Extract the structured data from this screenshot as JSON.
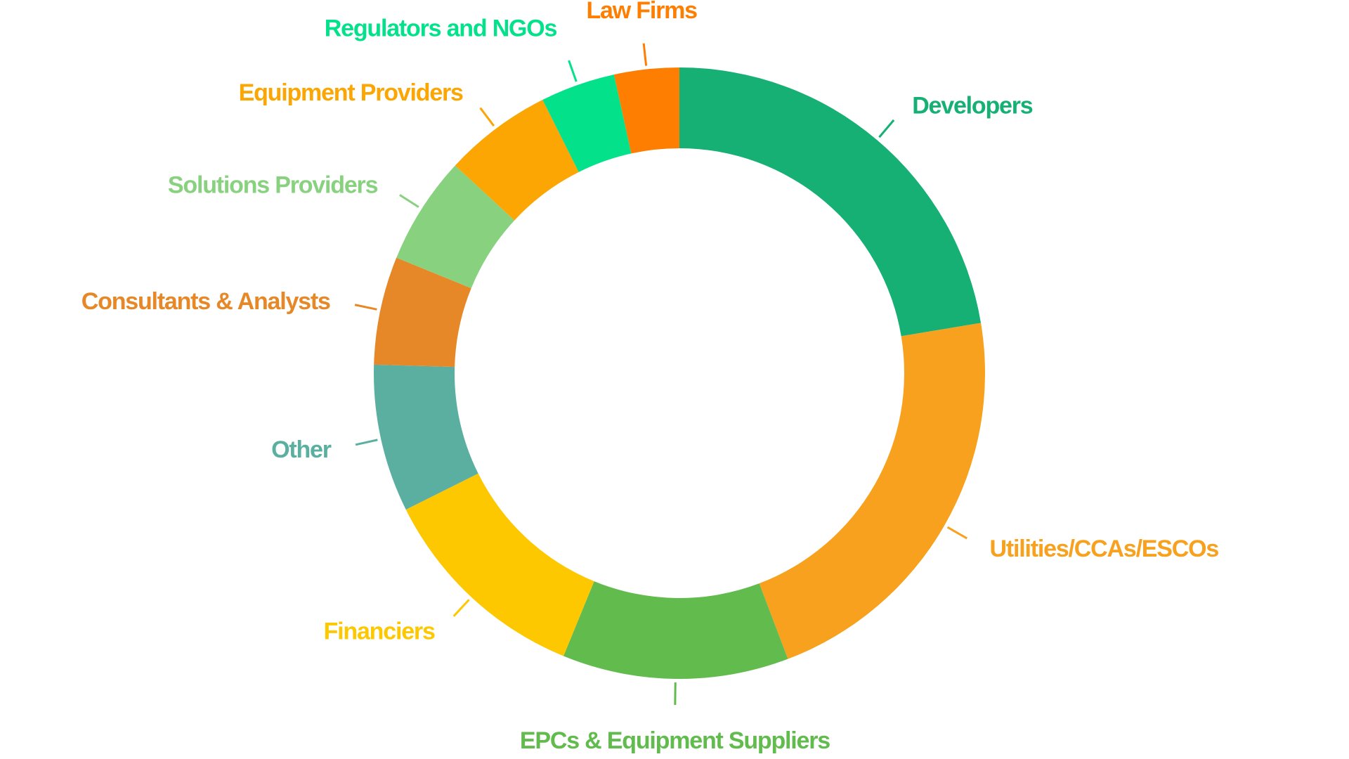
{
  "chart_data": {
    "type": "pie",
    "variant": "donut",
    "slices": [
      {
        "label": "Developers",
        "value": 21.5,
        "color": "#16B075"
      },
      {
        "label": "Utilities/CCAs/ESCOs",
        "value": 21.0,
        "color": "#F7A11E"
      },
      {
        "label": "EPCs & Equipment Suppliers",
        "value": 11.5,
        "color": "#61BB4D"
      },
      {
        "label": "Financiers",
        "value": 11.0,
        "color": "#FDC800"
      },
      {
        "label": "Other",
        "value": 7.5,
        "color": "#5BAFA1"
      },
      {
        "label": "Consultants & Analysts",
        "value": 5.5,
        "color": "#E78828"
      },
      {
        "label": "Solutions Providers",
        "value": 5.5,
        "color": "#88D17F"
      },
      {
        "label": "Equipment Providers",
        "value": 5.5,
        "color": "#FBA602"
      },
      {
        "label": "Regulators and NGOs",
        "value": 3.8,
        "color": "#03E28B"
      },
      {
        "label": "Law Firms",
        "value": 3.3,
        "color": "#FE7E01"
      }
    ],
    "legend": "none",
    "labels": "outside with leader lines"
  }
}
